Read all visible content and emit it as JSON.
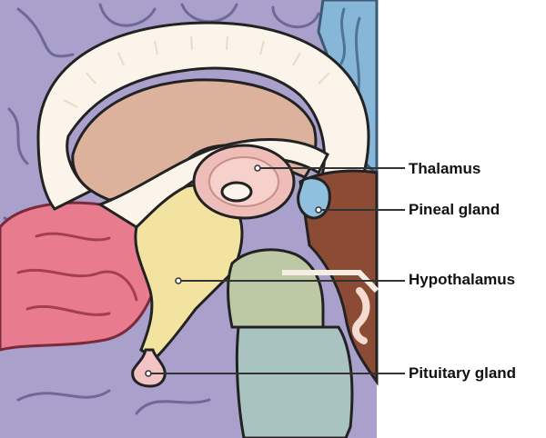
{
  "labels": {
    "thalamus": "Thalamus",
    "pineal_gland": "Pineal gland",
    "hypothalamus": "Hypothalamus",
    "pituitary_gland": "Pituitary gland"
  },
  "colors": {
    "cortex_purple": "#a9a0cc",
    "cortex_blue": "#86b6d8",
    "temporal_pink": "#e97b8e",
    "corpus_callosum": "#faf4ea",
    "ventricle_tan": "#dcb29c",
    "thalamus_rose": "#efbdb7",
    "hypothalamus_yellow": "#f3e3a0",
    "brainstem_green": "#bcc9a4",
    "brainstem_teal": "#a9c3c0",
    "pineal_blue": "#8fc0de",
    "cerebellum_brown": "#8c4b34",
    "pituitary_pink": "#f2c5c4",
    "leader_line": "#333333"
  }
}
